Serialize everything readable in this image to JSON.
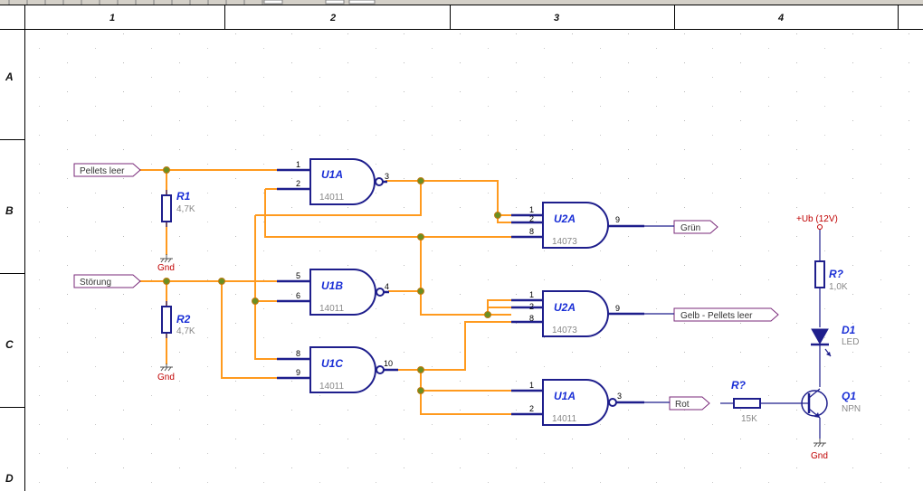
{
  "zones": {
    "columns": [
      "1",
      "2",
      "3",
      "4"
    ],
    "rows": [
      "A",
      "B",
      "C",
      "D"
    ]
  },
  "ports": {
    "pellets_leer": "Pellets leer",
    "stoerung": "Störung",
    "gruen": "Grün",
    "gelb": "Gelb - Pellets leer",
    "rot": "Rot"
  },
  "resistors": {
    "r1": {
      "designator": "R1",
      "value": "4,7K"
    },
    "r2": {
      "designator": "R2",
      "value": "4,7K"
    },
    "r_led": {
      "designator": "R?",
      "value": "1,0K"
    },
    "r_base": {
      "designator": "R?",
      "value": "15K"
    }
  },
  "power": {
    "ground": "Gnd",
    "supply": "+Ub (12V)"
  },
  "gates": {
    "u1a_top": {
      "designator": "U1A",
      "part": "14011",
      "pins": [
        "1",
        "2",
        "3"
      ]
    },
    "u1b": {
      "designator": "U1B",
      "part": "14011",
      "pins": [
        "5",
        "6",
        "4"
      ]
    },
    "u1c": {
      "designator": "U1C",
      "part": "14011",
      "pins": [
        "8",
        "9",
        "10"
      ]
    },
    "u2a_top": {
      "designator": "U2A",
      "part": "14073",
      "pins": [
        "1",
        "2",
        "8",
        "9"
      ]
    },
    "u2a_mid": {
      "designator": "U2A",
      "part": "14073",
      "pins": [
        "1",
        "2",
        "8",
        "9"
      ]
    },
    "u1a_bottom": {
      "designator": "U1A",
      "part": "14011",
      "pins": [
        "1",
        "2",
        "3"
      ]
    }
  },
  "led": {
    "designator": "D1",
    "value": "LED"
  },
  "transistor": {
    "designator": "Q1",
    "value": "NPN"
  },
  "colors": {
    "wire": "#ff9a1e",
    "component": "#1e1e8c",
    "designator": "#1a2fd6",
    "port_border": "#7a2a7a",
    "power_text": "#c00000",
    "junction": "#6a8f22"
  }
}
